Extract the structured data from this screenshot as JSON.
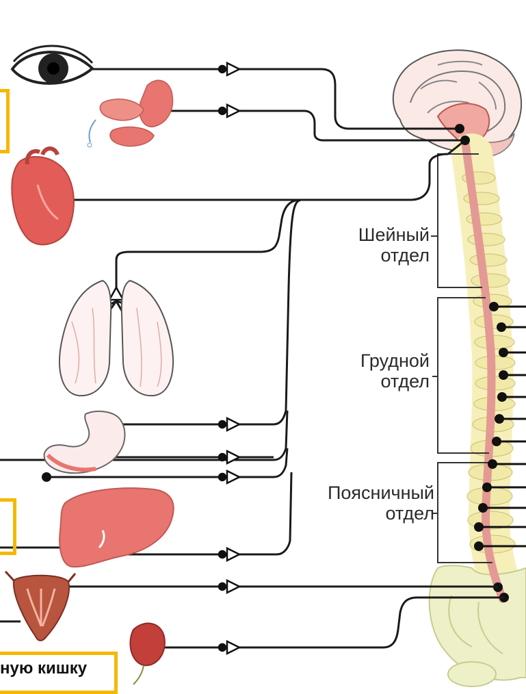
{
  "labels": {
    "cervical": [
      "Шейный",
      "отдел"
    ],
    "thoracic": [
      "Грудной",
      "отдел"
    ],
    "lumbar": [
      "Поясничный",
      "отдел"
    ]
  },
  "highlight_box_bottom_text": "ную кишку",
  "organs": [
    "eye-icon",
    "salivary-glands-icon",
    "heart-icon",
    "lungs-icon",
    "stomach-icon",
    "liver-icon",
    "bladder-icon",
    "rectum-icon",
    "brain-icon",
    "spinal-cord-icon",
    "pelvis-icon"
  ],
  "colors": {
    "organ_fill": "#e8756f",
    "organ_light": "#f3b3ad",
    "nerve_line": "#1a1a1a",
    "spine_fill": "#e8c9a8",
    "vertebra_fill": "#f3ecb0",
    "highlight": "#f5b800"
  }
}
